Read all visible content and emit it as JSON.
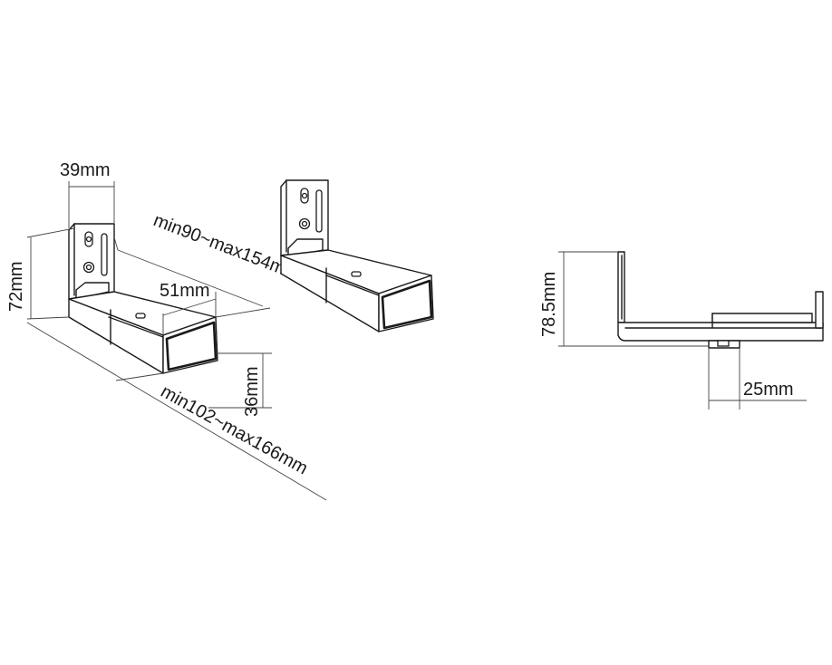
{
  "dimensions": {
    "width_top": "39mm",
    "depth_rear": "min90~max154mm",
    "height_left": "72mm",
    "end_width": "51mm",
    "lower_height": "36mm",
    "depth_front": "min102~max166mm",
    "side_height": "78.5mm",
    "side_offset": "25mm"
  },
  "colors": {
    "line": "#1a1a1a",
    "background": "#ffffff"
  }
}
